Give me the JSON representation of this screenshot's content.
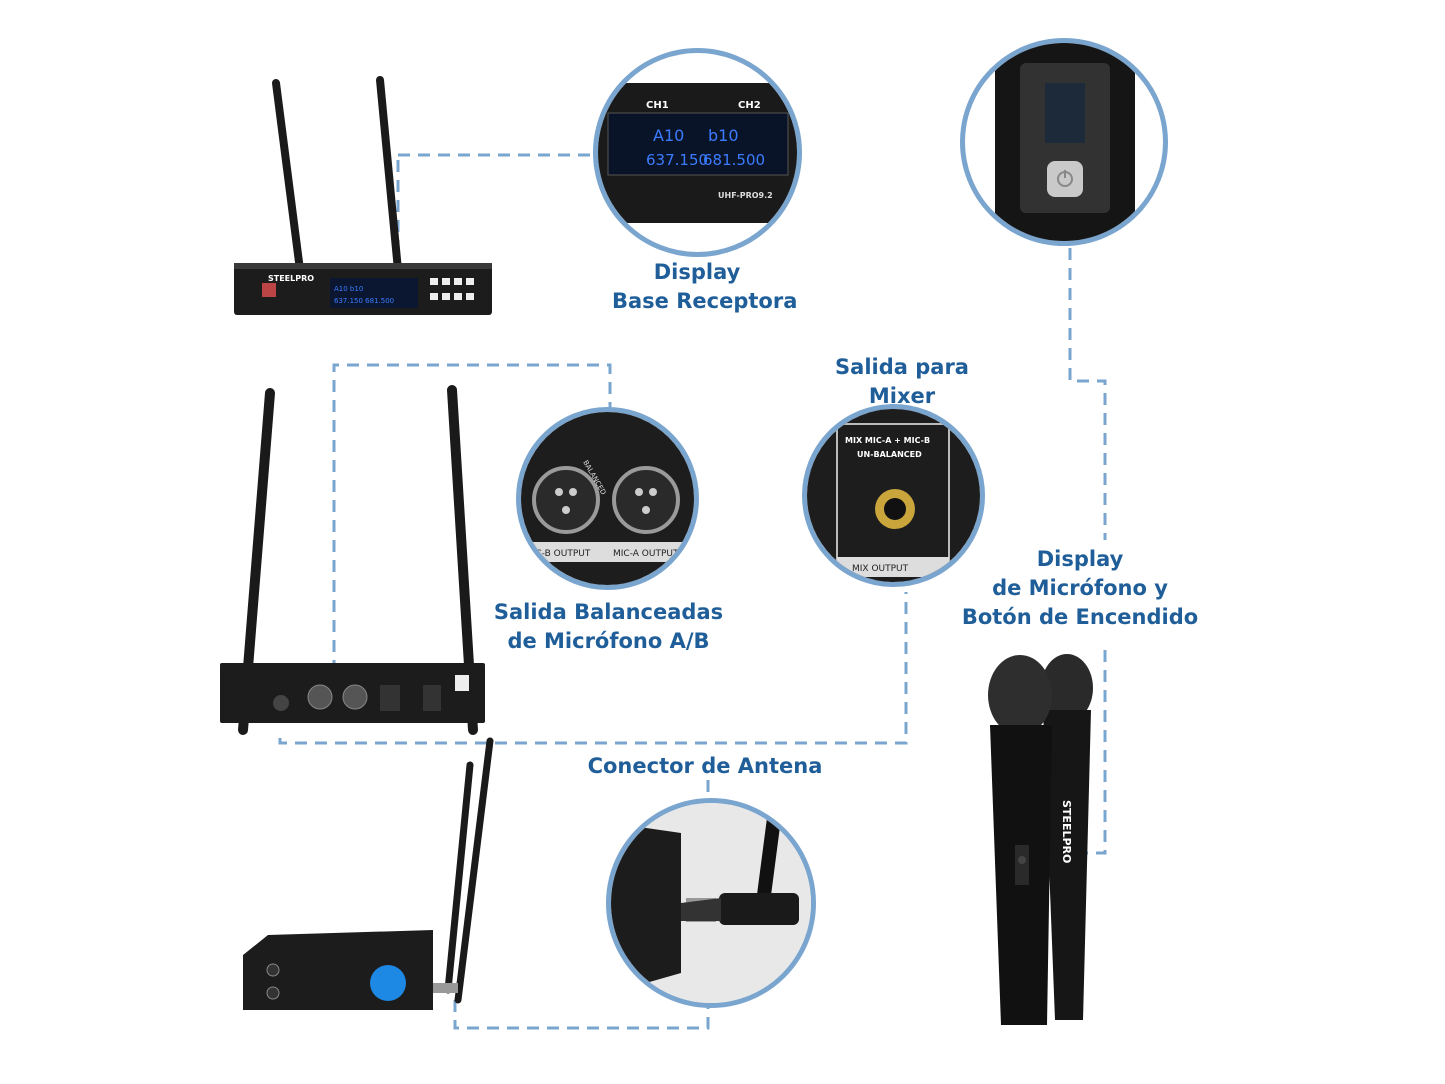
{
  "labels": {
    "display_base_line1": "Display",
    "display_base_line2": "Base Receptora",
    "mixer_line1": "Salida para",
    "mixer_line2": "Mixer",
    "balanced_line1": "Salida Balanceadas",
    "balanced_line2": "de Micrófono A/B",
    "mic_display_line1": "Display",
    "mic_display_line2": "de Micrófono y",
    "mic_display_line3": "Botón de Encendido",
    "antenna": "Conector de Antena"
  },
  "device_text": {
    "brand": "STEELPRO",
    "ch1": "CH1",
    "ch2": "CH2",
    "model": "UHF-PRO9.2",
    "freq1": "637.150",
    "freq2": "681.500",
    "group1": "A10",
    "group2": "b10",
    "mix_label_line1": "MIX MIC-A + MIC-B",
    "mix_label_line2": "UN-BALANCED",
    "mix_output": "MIX OUTPUT",
    "mic_b_output": "MIC-B OUTPUT",
    "mic_a_output": "MIC-A OUTPUT",
    "balanced": "BALANCED"
  },
  "colors": {
    "accent": "#1f5e99",
    "connector": "#7aa5cf",
    "lcd": "#3b7bff",
    "device": "#1a1a1a"
  }
}
